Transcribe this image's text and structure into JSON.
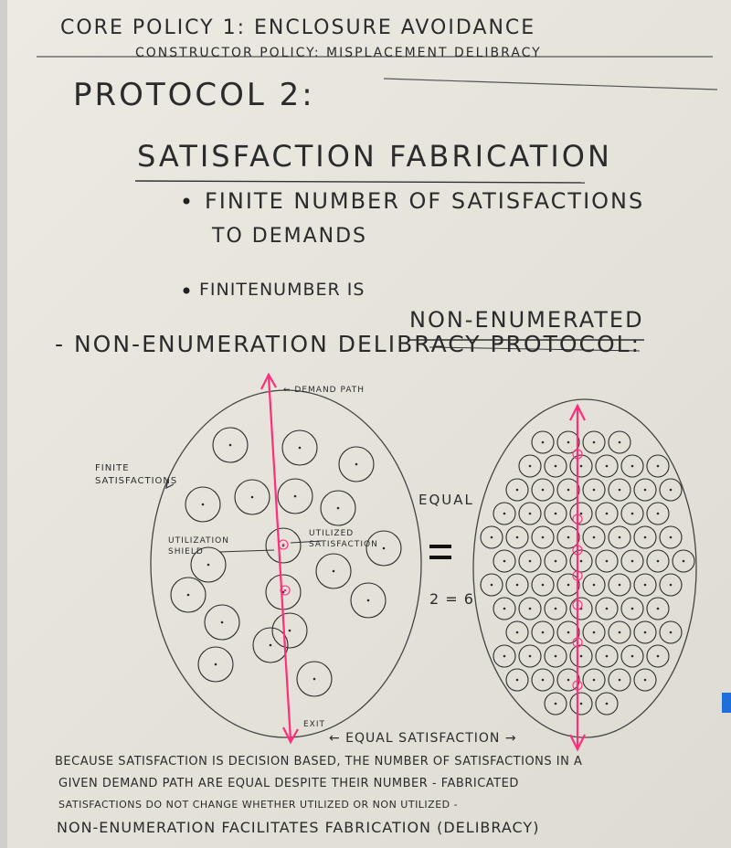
{
  "header": {
    "core_policy": "CORE POLICY 1: ENCLOSURE AVOIDANCE",
    "constructor_policy": "CONSTRUCTOR POLICY: MISPLACEMENT DELIBRACY"
  },
  "protocol": {
    "number": "PROTOCOL 2:",
    "title": "SATISFACTION FABRICATION"
  },
  "bullets": [
    {
      "line1": "FINITE NUMBER OF SATISFACTIONS",
      "line2": "TO DEMANDS"
    },
    {
      "prefix": "FINITENUMBER IS",
      "emphasis": "NON-ENUMERATED"
    }
  ],
  "subheading": "- NON-ENUMERATION DELIBRACY PROTOCOL:",
  "diagram": {
    "demand_path_label": "← DEMAND PATH",
    "finite_satisfactions_label": "FINITE SATISFACTIONS",
    "utilization_shield_label": "UTILIZATION SHIELD",
    "utilized_satisfaction_label": "UTILIZED SATISFACTION",
    "equal_label": "EQUAL",
    "equals_sign": "=",
    "ratio_label": "2 = 6",
    "exit_label": "EXIT",
    "equal_satisfaction_label": "← EQUAL SATISFACTION →"
  },
  "footer": {
    "line1": "BECAUSE SATISFACTION IS DECISION BASED, THE NUMBER OF SATISFACTIONS IN A",
    "line2": "GIVEN DEMAND PATH ARE EQUAL DESPITE THEIR NUMBER - FABRICATED",
    "line3": "SATISFACTIONS DO NOT CHANGE WHETHER UTILIZED OR NON UTILIZED -",
    "line4": "NON-ENUMERATION FACILITATES FABRICATION (DELIBRACY)"
  },
  "colors": {
    "ink": "#2b2b2b",
    "pink": "#ff2d7a",
    "paper": "#e9e7de",
    "wall": "#cfd0cc",
    "tape": "#1e6fd9"
  }
}
